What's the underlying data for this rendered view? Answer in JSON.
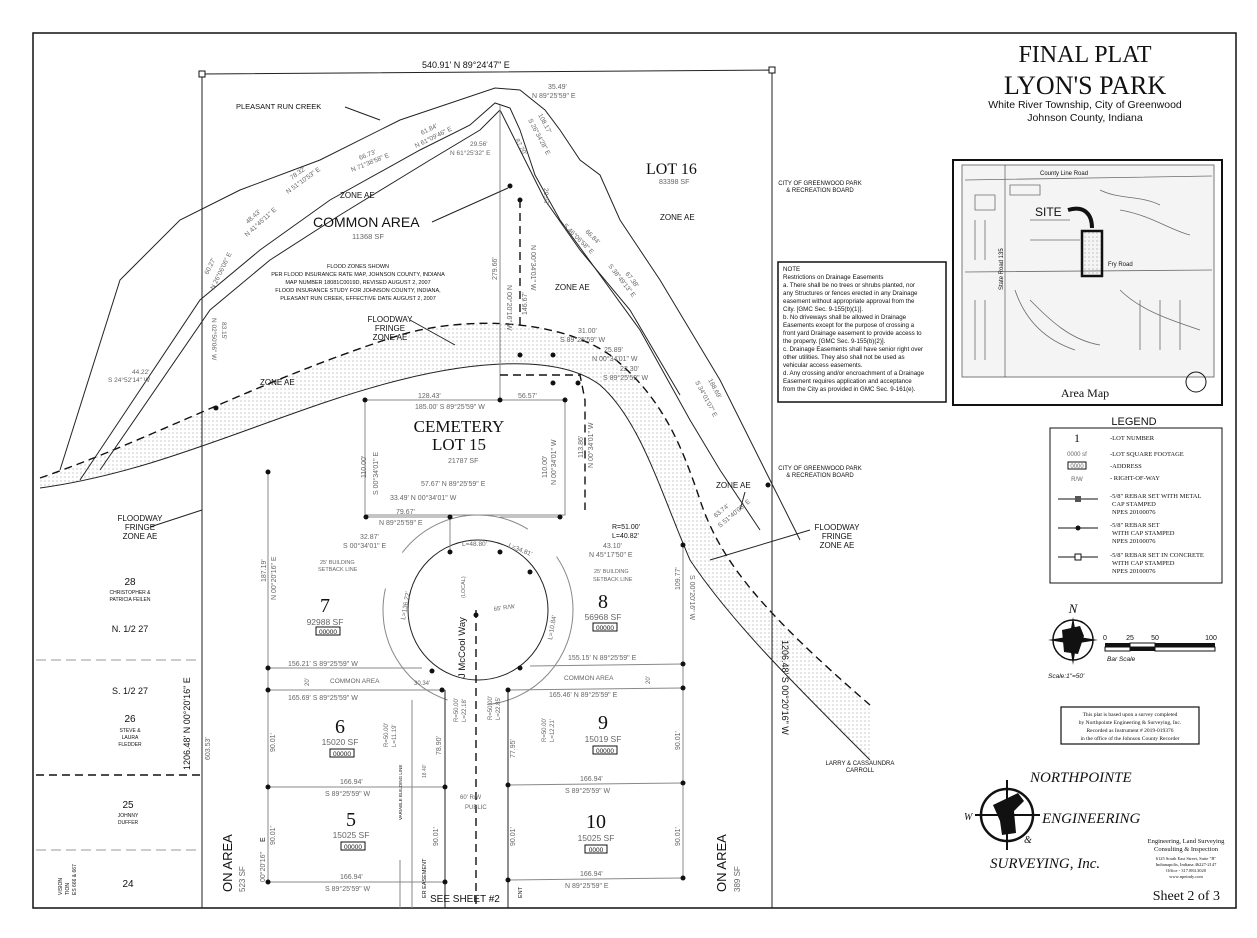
{
  "title": {
    "line1": "FINAL PLAT",
    "line2": "LYON'S PARK",
    "township": "White River Township, City of Greenwood",
    "county": "Johnson County, Indiana"
  },
  "boundary": {
    "top": "540.91'   N 89°24'47\" E",
    "left": "1206.48'   N 00°20'16\" E",
    "left_inner": "603.53'",
    "right": "1206.48'   S 00°20'16\" W",
    "bottom": "SEE SHEET #2"
  },
  "creek": {
    "name": "PLEASANT RUN CREEK",
    "calls": [
      "35.49'",
      "N 89°25'59\" E",
      "61.84'",
      "N 61°09'46\" E",
      "66.73'",
      "N 71°38'58\" E",
      "78.32'",
      "N 51°10'53\" E",
      "48.43'",
      "N 41°45'11\" E",
      "60.27'",
      "N 26°06'06\" E",
      "N 02°50'06\" W",
      "83.15'",
      "44.22'",
      "S 24°52'14\" W",
      "29.56'",
      "N 61°25'32\" E",
      "108.17'",
      "S 26°34'28\" E",
      "87.20'",
      "20.97'",
      "66.84'",
      "S 46°06'58\" E",
      "67.38'",
      "S 38°49'13\" E",
      "188.69'",
      "S 34°01'07\" E",
      "63.74'",
      "S 51°40'06\" E"
    ]
  },
  "zones": {
    "zone_ae": "ZONE AE",
    "floodway": [
      "FLOODWAY",
      "FRINGE",
      "ZONE AE"
    ],
    "flood_note": [
      "FLOOD ZONES SHOWN",
      "PER FLOOD INSURANCE RATE MAP, JOHNSON COUNTY, INDIANA",
      "MAP NUMBER 18081C0019D, REVISED AUGUST 2, 2007",
      "FLOOD INSURANCE STUDY FOR JOHNSON COUNTY, INDIANA,",
      "PLEASANT RUN CREEK, EFFECTIVE DATE AUGUST 2, 2007"
    ]
  },
  "common_area": {
    "label": "COMMON AREA",
    "sf": "11368  SF",
    "dim1": "279.66'",
    "dim2": "N 00°20'16\" W",
    "dim3": "146.67'",
    "dim4": "N 00°34'01\" W"
  },
  "lot16": {
    "label": "LOT 16",
    "sf": "83398  SF"
  },
  "cemetery": {
    "line1": "CEMETERY",
    "line2": "LOT 15",
    "sf": "21787  SF",
    "top1": "128.43'",
    "top2": "56.57'",
    "top3": "185.00'  S 89°25'59\" W",
    "left": "110.00'",
    "left2": "S 00°34'01\" E",
    "right": "110.00'",
    "right2": "N 00°34'01\" W",
    "east": "113.86'",
    "east2": "N 00°34'01\" W",
    "c1": "31.00'",
    "c2": "S 89°25'59\" W",
    "c3": "25.89'",
    "c4": "N 00°34'01\" W",
    "c5": "22.30'",
    "c6": "S 89°25'59\" W",
    "b1": "57.67'  N 89°25'59\" E",
    "b2": "33.49'  N 00°34'01\" W"
  },
  "adjacent": {
    "park_board": [
      "CITY OF GREENWOOD PARK",
      "& RECREATION BOARD"
    ],
    "lots": [
      {
        "num": "28",
        "owner": [
          "CHRISTOPHER &",
          "PATRICIA FEILEN"
        ]
      },
      {
        "num": "N. 1/2 27"
      },
      {
        "num": "S. 1/2 27"
      },
      {
        "num": "26",
        "owner": [
          "STEVE &",
          "LAURA",
          "FLEDDER"
        ]
      },
      {
        "num": "25",
        "owner": [
          "JOHNNY",
          "DUFFER"
        ]
      },
      {
        "num": "24"
      }
    ],
    "carroll": [
      "LARRY & CASSAUNDRA",
      "CARROLL"
    ],
    "subdivision": [
      "VISION",
      "TION",
      "ES 666 & 667"
    ],
    "common_area_left": "ON AREA",
    "common_area_left_sf": "523  SF",
    "common_area_right": "ON AREA",
    "common_area_right_sf": "389  SF"
  },
  "street": {
    "name": "J McCool Way",
    "type": "(LOCAL)",
    "rw": "65' R/W",
    "rw2": "60' R/W",
    "public": "PUBLIC"
  },
  "lots": {
    "lot7": {
      "num": "7",
      "sf": "92988  SF",
      "addr": "00000"
    },
    "lot8": {
      "num": "8",
      "sf": "56968  SF",
      "addr": "00000"
    },
    "lot6": {
      "num": "6",
      "sf": "15020  SF",
      "addr": "00000"
    },
    "lot9": {
      "num": "9",
      "sf": "15019  SF",
      "addr": "00000"
    },
    "lot5": {
      "num": "5",
      "sf": "15025  SF",
      "addr": "00000"
    },
    "lot10": {
      "num": "10",
      "sf": "15025  SF",
      "addr": "0000"
    }
  },
  "dims": {
    "d79": "79.67'",
    "d79b": "N 89°25'59\" E",
    "d32": "32.87'",
    "d32b": "S 00°34'01\" E",
    "l48": "L=48.80'",
    "l34": "L=34.81'",
    "l136": "L=136.22'",
    "l10": "L=10.84'",
    "d43": "43.10'",
    "d43b": "N 45°17'50\" E",
    "r51": "R=51.00'",
    "l40": "L=40.82'",
    "setback": [
      "25' BUILDING",
      "SETBACK LINE"
    ],
    "d187": "187.19'",
    "d187b": "N 00°20'16\" E",
    "d109": "109.77'",
    "d109b": "S 00°20'16\" W",
    "d156": "156.21'  S 89°25'59\" W",
    "d155": "155.15'  N 89°25'59\" E",
    "common": "COMMON AREA",
    "twenty": "20'",
    "d165a": "165.69'  S 89°25'59\" W",
    "d165b": "165.46'  N 89°25'59\" E",
    "d30": "30.34'",
    "r50a": "R=50.00'",
    "l22a": "L=22.18'",
    "r50b": "R=50.00'",
    "l22b": "L=22.85'",
    "r50c": "R=50.00'",
    "l11": "L=11.19'",
    "r50d": "R=50.00'",
    "l12": "L=12.21'",
    "d78": "78.90'",
    "d77": "77.95'",
    "d90": "90.01'",
    "d166": "166.94'",
    "d166b": "S 89°25'59\" W",
    "d166c": "N 89°25'59\" E",
    "variable": "VARIABLE BUILDING LINE",
    "d18": "18.40'",
    "easement": "ER EASEMENT",
    "easement2": "ENT",
    "e_letter": "E",
    "d00": "00°20'16\""
  },
  "note": {
    "heading": "NOTE",
    "subheading": "Restrictions on Drainage Easements",
    "lines": [
      "a. There shall be no trees or shrubs planted, nor",
      "any Structures or fences erected in any Drainage",
      "easement without appropriate approval from the",
      "City. [GMC Sec. 9-155(b)(1)].",
      "b. No driveways shall be allowed in Drainage",
      "Easements except for the purpose of crossing a",
      "front yard Drainage easement to provide access to",
      "the property. [GMC Sec. 9-155(b)(2)].",
      "c. Drainage Easements shall have senior right over",
      "other utilities. They also shall not be used as",
      "vehicular access easements.",
      "d. Any crossing and/or encroachment of a Drainage",
      "Easement requires application and acceptance",
      "from the City as provided in GMC Sec. 9-161(e)."
    ]
  },
  "area_map": {
    "title": "Area Map",
    "site": "SITE",
    "road1": "County Line Road",
    "road2": "Fry Road",
    "road3": "State Road 135"
  },
  "legend": {
    "title": "LEGEND",
    "items": [
      {
        "symbol": "1",
        "label": "-LOT NUMBER"
      },
      {
        "symbol": "0000 sf",
        "label": "-LOT SQUARE FOOTAGE"
      },
      {
        "symbol": "0000",
        "label": "-ADDRESS"
      },
      {
        "symbol": "R/W",
        "label": "- RIGHT-OF-WAY"
      },
      {
        "label": [
          "-5/8\" REBAR SET WITH METAL",
          "CAP STAMPED",
          "NPES  20100076"
        ]
      },
      {
        "label": [
          "-5/8\" REBAR SET",
          "WITH CAP STAMPED",
          "NPES  20100076"
        ]
      },
      {
        "label": [
          "-5/8\" REBAR SET IN CONCRETE",
          "WITH CAP STAMPED",
          "NPES  20100076"
        ]
      }
    ]
  },
  "scale": {
    "north": "N",
    "ticks": [
      "0",
      "25",
      "50",
      "100"
    ],
    "bar_label": "Bar Scale",
    "ratio": "Scale:1\"=50'"
  },
  "survey_note": [
    "This plat is based upon a survey completed",
    "by Northpointe Engineering & Surveying, Inc.",
    "Recorded as Instrument # 2019-019376",
    "in the office of the Johnson County Recorder"
  ],
  "company": {
    "name1": "NORTHPOINTE",
    "name2": "ENGINEERING",
    "amp": "&",
    "name3": "SURVEYING, Inc.",
    "w": "W",
    "services1": "Engineering, Land Surveying",
    "services2": "Consulting & Inspection",
    "address": [
      "6125 South East Street, Suite \"B\"",
      "Indianapolis, Indiana 46227-2147",
      "Office - 317.884.3020",
      "www.npeindy.com"
    ]
  },
  "sheet": "Sheet 2 of 3"
}
